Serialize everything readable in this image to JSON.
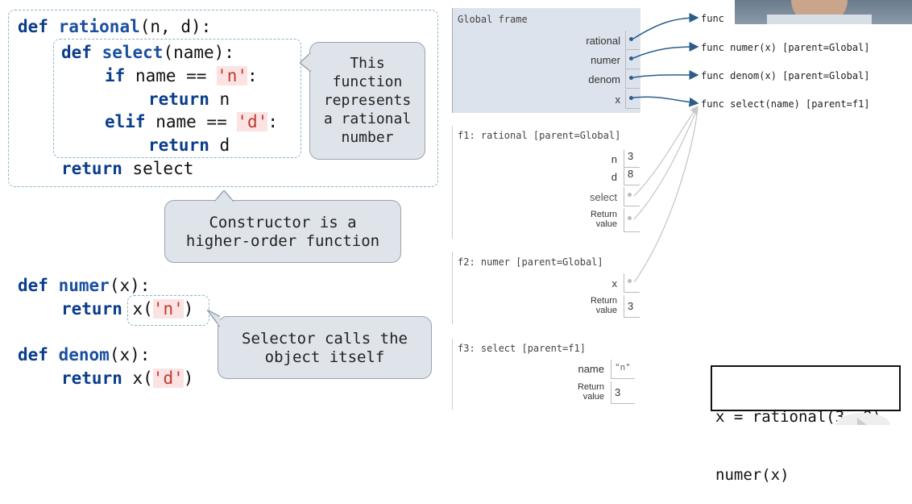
{
  "code": {
    "l1": {
      "kw": "def",
      "name": "rational",
      "rest": "(n, d):"
    },
    "l2": {
      "kw": "def",
      "name": "select",
      "rest": "(name):"
    },
    "l3": {
      "kw": "if",
      "pre": " name == ",
      "str": "'n'",
      "post": ":"
    },
    "l4": {
      "kw": "return",
      "rest": " n"
    },
    "l5": {
      "kw": "elif",
      "pre": " name == ",
      "str": "'d'",
      "post": ":"
    },
    "l6": {
      "kw": "return",
      "rest": " d"
    },
    "l7": {
      "kw": "return",
      "rest": " select"
    },
    "l8": {
      "kw": "def",
      "name": "numer",
      "rest": "(x):"
    },
    "l9": {
      "kw": "return",
      "pre": " ",
      "call": "x(",
      "str": "'n'",
      "post": ")"
    },
    "l10": {
      "kw": "def",
      "name": "denom",
      "rest": "(x):"
    },
    "l11": {
      "kw": "return",
      "pre": " x(",
      "str": "'d'",
      "post": ")"
    }
  },
  "bubbles": {
    "represents": [
      "This",
      "function",
      "represents",
      "a rational",
      "number"
    ],
    "constructor": [
      "Constructor is a",
      "higher-order function"
    ],
    "selector": [
      "Selector calls the",
      "object itself"
    ]
  },
  "global_frame": {
    "title": "Global frame",
    "vars": [
      "rational",
      "numer",
      "denom",
      "x"
    ]
  },
  "funcs": {
    "f_rational": "func",
    "f_numer": "func numer(x) [parent=Global]",
    "f_denom": "func denom(x) [parent=Global]",
    "f_select": "func select(name) [parent=f1]"
  },
  "f1": {
    "title": "f1: rational [parent=Global]",
    "n_label": "n",
    "n_val": "3",
    "d_label": "d",
    "d_val": "8",
    "select_label": "select",
    "return_label_1": "Return",
    "return_label_2": "value"
  },
  "f2": {
    "title": "f2: numer [parent=Global]",
    "x_label": "x",
    "return_label_1": "Return",
    "return_label_2": "value",
    "return_val": "3"
  },
  "f3": {
    "title": "f3: select [parent=f1]",
    "name_label": "name",
    "name_val": "\"n\"",
    "return_label_1": "Return",
    "return_label_2": "value",
    "return_val": "3"
  },
  "terminal": {
    "line1": "x = rational(3, 8)",
    "line2": "numer(x)"
  },
  "colors": {
    "keyword": "#0a3d8a",
    "string": "#c0392b",
    "global_bg": "#dde3ec",
    "arrow": "#2c5d8a"
  }
}
